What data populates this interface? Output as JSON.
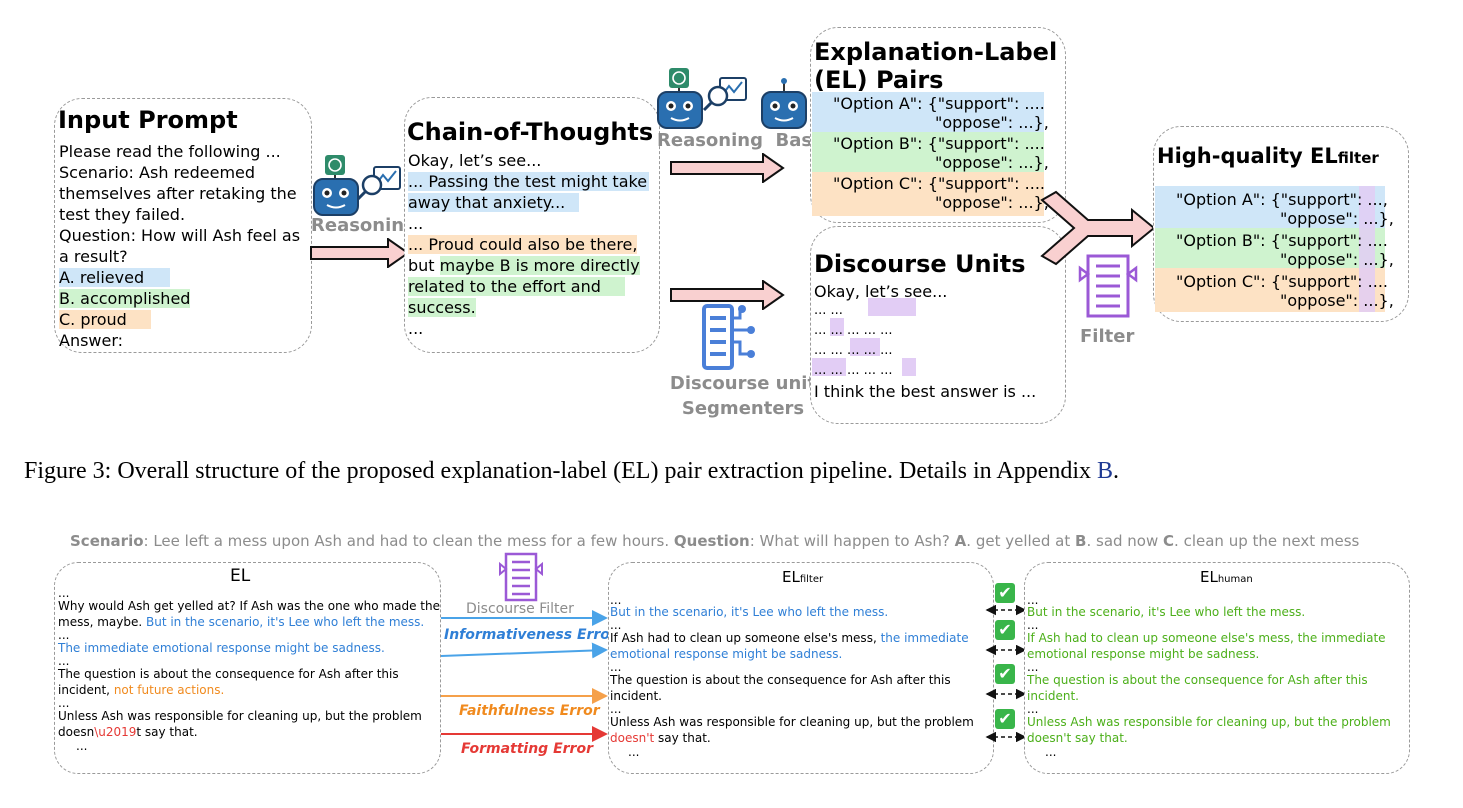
{
  "input_prompt": {
    "title": "Input Prompt",
    "lines": [
      "Please read the following ...",
      "Scenario: Ash redeemed",
      "themselves after retaking the",
      "test they failed.",
      "Question: How will Ash feel as",
      "a result?"
    ],
    "option_a": "A. relieved",
    "option_b": "B. accomplished",
    "option_c": "C. proud",
    "answer": "Answer:"
  },
  "reasoning_label": "Reasoning",
  "cot": {
    "title": "Chain-of-Thoughts",
    "l1": "Okay, let’s see...",
    "l2": "... Passing the test might take",
    "l3": "away that anxiety...",
    "l4": "...",
    "l5": "... Proud could also be there,",
    "l6a": "but ",
    "l6b": "maybe B is more directly",
    "l7": "related to the effort and",
    "l8": "success.",
    "l9": "..."
  },
  "reasoning_base_label": "Reasoning  Base",
  "el_pairs": {
    "title1": "Explanation-Label",
    "title2": "(EL) Pairs",
    "a1": "\"Option A\": {\"support\": ....",
    "a2": "\"oppose\": ...},",
    "b1": "\"Option B\": {\"support\": ....",
    "b2": "\"oppose\": ...},",
    "c1": "\"Option C\": {\"support\": ....",
    "c2": "\"oppose\": ...},"
  },
  "discourse": {
    "title": "Discourse Units",
    "l1": "Okay, let’s see...",
    "last": "I think the best answer is ..."
  },
  "segmenter_label1": "Discourse unit",
  "segmenter_label2": "Segmenters",
  "filter_label": "Filter",
  "hq": {
    "title": "High-quality EL",
    "title_sub": "filter",
    "a1": "\"Option A\": {\"support\": ...,",
    "a2": "\"oppose\": ...},",
    "b1": "\"Option B\": {\"support\": ....",
    "b2": "\"oppose\": ...},",
    "c1": "\"Option C\": {\"support\": ....",
    "c2": "\"oppose\": ...},"
  },
  "caption": {
    "prefix": "Figure 3: Overall structure of the proposed explanation-label (EL) pair extraction pipeline. Details in Appendix ",
    "link": "B",
    "suffix": "."
  },
  "scenario_line": {
    "s_label": "Scenario",
    "s_text": ": Lee left a mess upon Ash and had to clean the mess for a few hours. ",
    "q_label": "Question",
    "q_text": ": What will happen to Ash? ",
    "a_label": "A",
    "a_text": ". get yelled at ",
    "b_label": "B",
    "b_text": ". sad now ",
    "c_label": "C",
    "c_text": ". clean up the next mess"
  },
  "el_box": {
    "title": "EL",
    "dots": "...",
    "l1": "Why would Ash get yelled at? If Ash was the one who made the",
    "l2a": "mess, maybe. ",
    "l2b": "But in the scenario, it's Lee who left the mess.",
    "l3": "The immediate emotional response might be sadness.",
    "l4": "The question is about the consequence for Ash after this",
    "l5a": "incident, ",
    "l5b": "not future actions.",
    "l6": "Unless Ash was responsible for cleaning up, but the problem",
    "l7a": "doesn",
    "l7b": "\\u2019",
    "l7c": "t say that.",
    "l8": "..."
  },
  "mid": {
    "discourse_filter": "Discourse Filter",
    "informativeness": "Informativeness Error",
    "faithfulness": "Faithfulness Error",
    "formatting": "Formatting Error"
  },
  "el_filter_box": {
    "title": "EL",
    "title_sub": "filter",
    "l1": "But in the scenario, it's Lee who left the mess.",
    "l2a": "If Ash had to clean up someone else's mess, ",
    "l2b": "the immediate",
    "l3": "emotional response might be sadness.",
    "l4": "The question is about the consequence for Ash after this",
    "l5": "incident.",
    "l6": "Unless Ash was responsible for cleaning up, but the problem",
    "l7a": "doesn't",
    "l7b": " say that.",
    "dots": "..."
  },
  "el_human_box": {
    "title": "EL",
    "title_sub": "human",
    "l1": "But in the scenario, it's Lee who left the mess.",
    "l2": "If Ash had to clean up someone else's mess, the immediate",
    "l3": "emotional response might be sadness.",
    "l4": "The question is about the consequence for Ash after this",
    "l5": "incident.",
    "l6": "Unless Ash was responsible for cleaning up, but the problem",
    "l7": "doesn't say that.",
    "dots": "..."
  },
  "check_glyph": "✔",
  "colors": {
    "blue_highlight": "#cfe6f8",
    "green_highlight": "#cff3cf",
    "orange_highlight": "#fde2c4",
    "purple_highlight": "#e2cdf5",
    "arrow_fill": "#f9d0d0",
    "filter_purple": "#9b59d6",
    "segmenter_blue": "#4a7fd8"
  }
}
